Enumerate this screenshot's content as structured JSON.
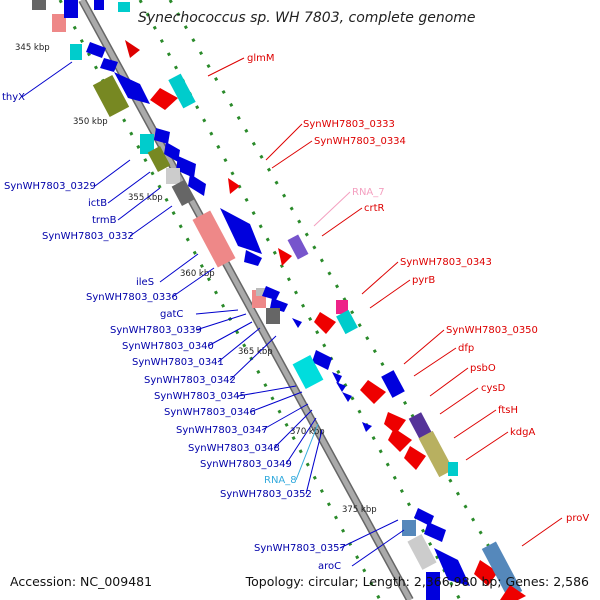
{
  "title": "Synechococcus sp. WH 7803, complete genome",
  "footer": {
    "accession": "Accession: NC_009481",
    "topology": "Topology: circular; Length: 2,366,980 bp; Genes: 2,586"
  },
  "colors": {
    "forward_gene_label": "#0000aa",
    "reverse_gene_label": "#dd0000",
    "rna_forward_label": "#33aadd",
    "rna_reverse_label": "#f4a0c0",
    "backbone": "#888888",
    "gc_tick": "#228822"
  },
  "kbp_ticks": [
    "345 kbp",
    "350 kbp",
    "355 kbp",
    "360 kbp",
    "365 kbp",
    "370 kbp",
    "375 kbp"
  ],
  "labels_left": [
    {
      "text": "thyX"
    },
    {
      "text": "SynWH7803_0329"
    },
    {
      "text": "ictB"
    },
    {
      "text": "trmB"
    },
    {
      "text": "SynWH7803_0332"
    },
    {
      "text": "ileS"
    },
    {
      "text": "SynWH7803_0336"
    },
    {
      "text": "gatC"
    },
    {
      "text": "SynWH7803_0339"
    },
    {
      "text": "SynWH7803_0340"
    },
    {
      "text": "SynWH7803_0341"
    },
    {
      "text": "SynWH7803_0342"
    },
    {
      "text": "SynWH7803_0345"
    },
    {
      "text": "SynWH7803_0346"
    },
    {
      "text": "SynWH7803_0347"
    },
    {
      "text": "SynWH7803_0348"
    },
    {
      "text": "SynWH7803_0349"
    },
    {
      "text": "RNA_8"
    },
    {
      "text": "SynWH7803_0352"
    },
    {
      "text": "SynWH7803_0357"
    },
    {
      "text": "aroC"
    }
  ],
  "labels_right": [
    {
      "text": "glmM"
    },
    {
      "text": "SynWH7803_0333"
    },
    {
      "text": "SynWH7803_0334"
    },
    {
      "text": "RNA_7"
    },
    {
      "text": "crtR"
    },
    {
      "text": "SynWH7803_0343"
    },
    {
      "text": "pyrB"
    },
    {
      "text": "SynWH7803_0350"
    },
    {
      "text": "dfp"
    },
    {
      "text": "psbO"
    },
    {
      "text": "cysD"
    },
    {
      "text": "ftsH"
    },
    {
      "text": "kdgA"
    },
    {
      "text": "proV"
    }
  ]
}
